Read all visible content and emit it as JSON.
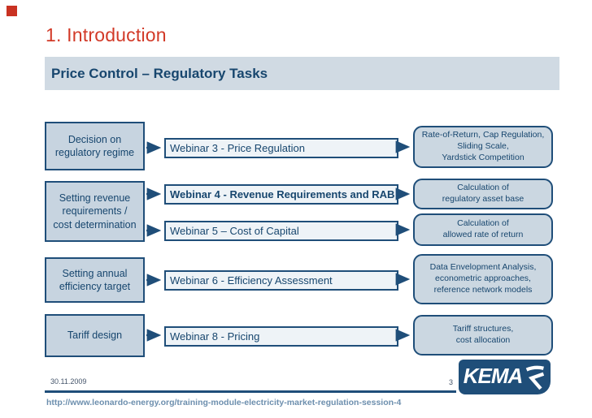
{
  "slide": {
    "title": "1. Introduction",
    "subtitle": "Price Control – Regulatory Tasks",
    "accent_color": "#c93222",
    "navy_color": "#1f4e79"
  },
  "diagram": {
    "left_boxes": [
      {
        "label": "Decision on\nregulatory regime"
      },
      {
        "label": "Setting revenue\nrequirements /\ncost determination"
      },
      {
        "label": "Setting annual\nefficiency target"
      },
      {
        "label": "Tariff design"
      }
    ],
    "webinar_boxes": [
      {
        "label": "Webinar 3 - Price Regulation",
        "bold": false
      },
      {
        "label": "Webinar 4 - Revenue Requirements and RAB",
        "bold": true
      },
      {
        "label": "Webinar 5 – Cost of Capital",
        "bold": false
      },
      {
        "label": "Webinar 6 - Efficiency Assessment",
        "bold": false
      },
      {
        "label": "Webinar 8 - Pricing",
        "bold": false
      }
    ],
    "outcome_boxes": [
      {
        "label": "Rate-of-Return, Cap Regulation,\nSliding Scale,\nYardstick Competition"
      },
      {
        "label": "Calculation of\nregulatory asset base"
      },
      {
        "label": "Calculation of\nallowed rate of return"
      },
      {
        "label": "Data Envelopment Analysis,\neconometric approaches,\nreference network models"
      },
      {
        "label": "Tariff structures,\ncost allocation"
      }
    ]
  },
  "footer": {
    "date": "30.11.2009",
    "page_number": "3",
    "logo_text": "KEMA",
    "logo_icon": "kema-swoosh-icon",
    "url": "http://www.leonardo-energy.org/training-module-electricity-market-regulation-session-4"
  }
}
